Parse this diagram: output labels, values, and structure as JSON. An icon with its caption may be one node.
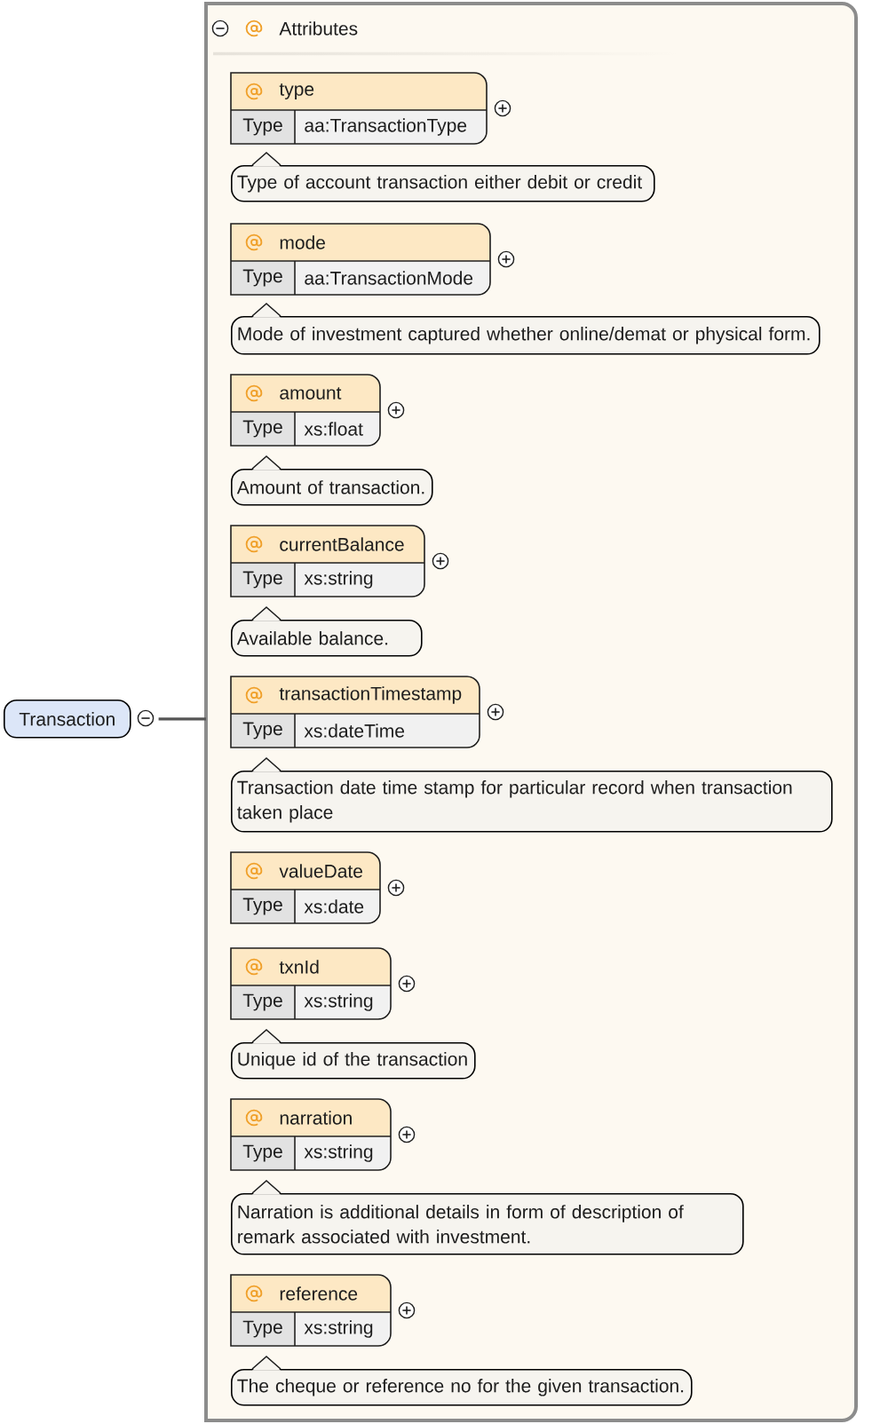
{
  "diagram": {
    "nodes": [
      {
        "text": [
          "Transaction"
        ]
      },
      {
        "text": [
          "Attributes"
        ]
      },
      {
        "text": [
          "type",
          "Type",
          "aa:TransactionType"
        ],
        "in": 1
      },
      {
        "text": [
          "Type of account transaction either debit or credit"
        ],
        "in": 1
      },
      {
        "text": [
          "mode",
          "Type",
          "aa:TransactionMode"
        ],
        "in": 1
      },
      {
        "text": [
          "Mode of investment captured whether online/demat or physical form."
        ],
        "in": 1
      },
      {
        "text": [
          "amount",
          "Type",
          "xs:float"
        ],
        "in": 1
      },
      {
        "text": [
          "Amount of transaction."
        ],
        "in": 1
      },
      {
        "text": [
          "currentBalance",
          "Type",
          "xs:string"
        ],
        "in": 1
      },
      {
        "text": [
          "Available balance."
        ],
        "in": 1
      },
      {
        "text": [
          "transactionTimestamp",
          "Type",
          "xs:dateTime"
        ],
        "in": 1
      },
      {
        "text": [
          "Transaction date time stamp for particular record when transaction taken place"
        ],
        "in": 1
      },
      {
        "text": [
          "valueDate",
          "Type",
          "xs:date"
        ],
        "in": 1
      },
      {
        "text": [
          "txnId",
          "Type",
          "xs:string"
        ],
        "in": 1
      },
      {
        "text": [
          "Unique id of the transaction"
        ],
        "in": 1
      },
      {
        "text": [
          "narration",
          "Type",
          "xs:string"
        ],
        "in": 1
      },
      {
        "text": [
          "Narration is additional details in form of description of remark associated with investment."
        ],
        "in": 1
      },
      {
        "text": [
          "reference",
          "Type",
          "xs:string"
        ],
        "in": 1
      },
      {
        "text": [
          "The cheque or reference no for the given transaction."
        ],
        "in": 1
      }
    ],
    "edges": [
      {
        "from": 0,
        "to": 1,
        "arrow": "none"
      }
    ]
  }
}
